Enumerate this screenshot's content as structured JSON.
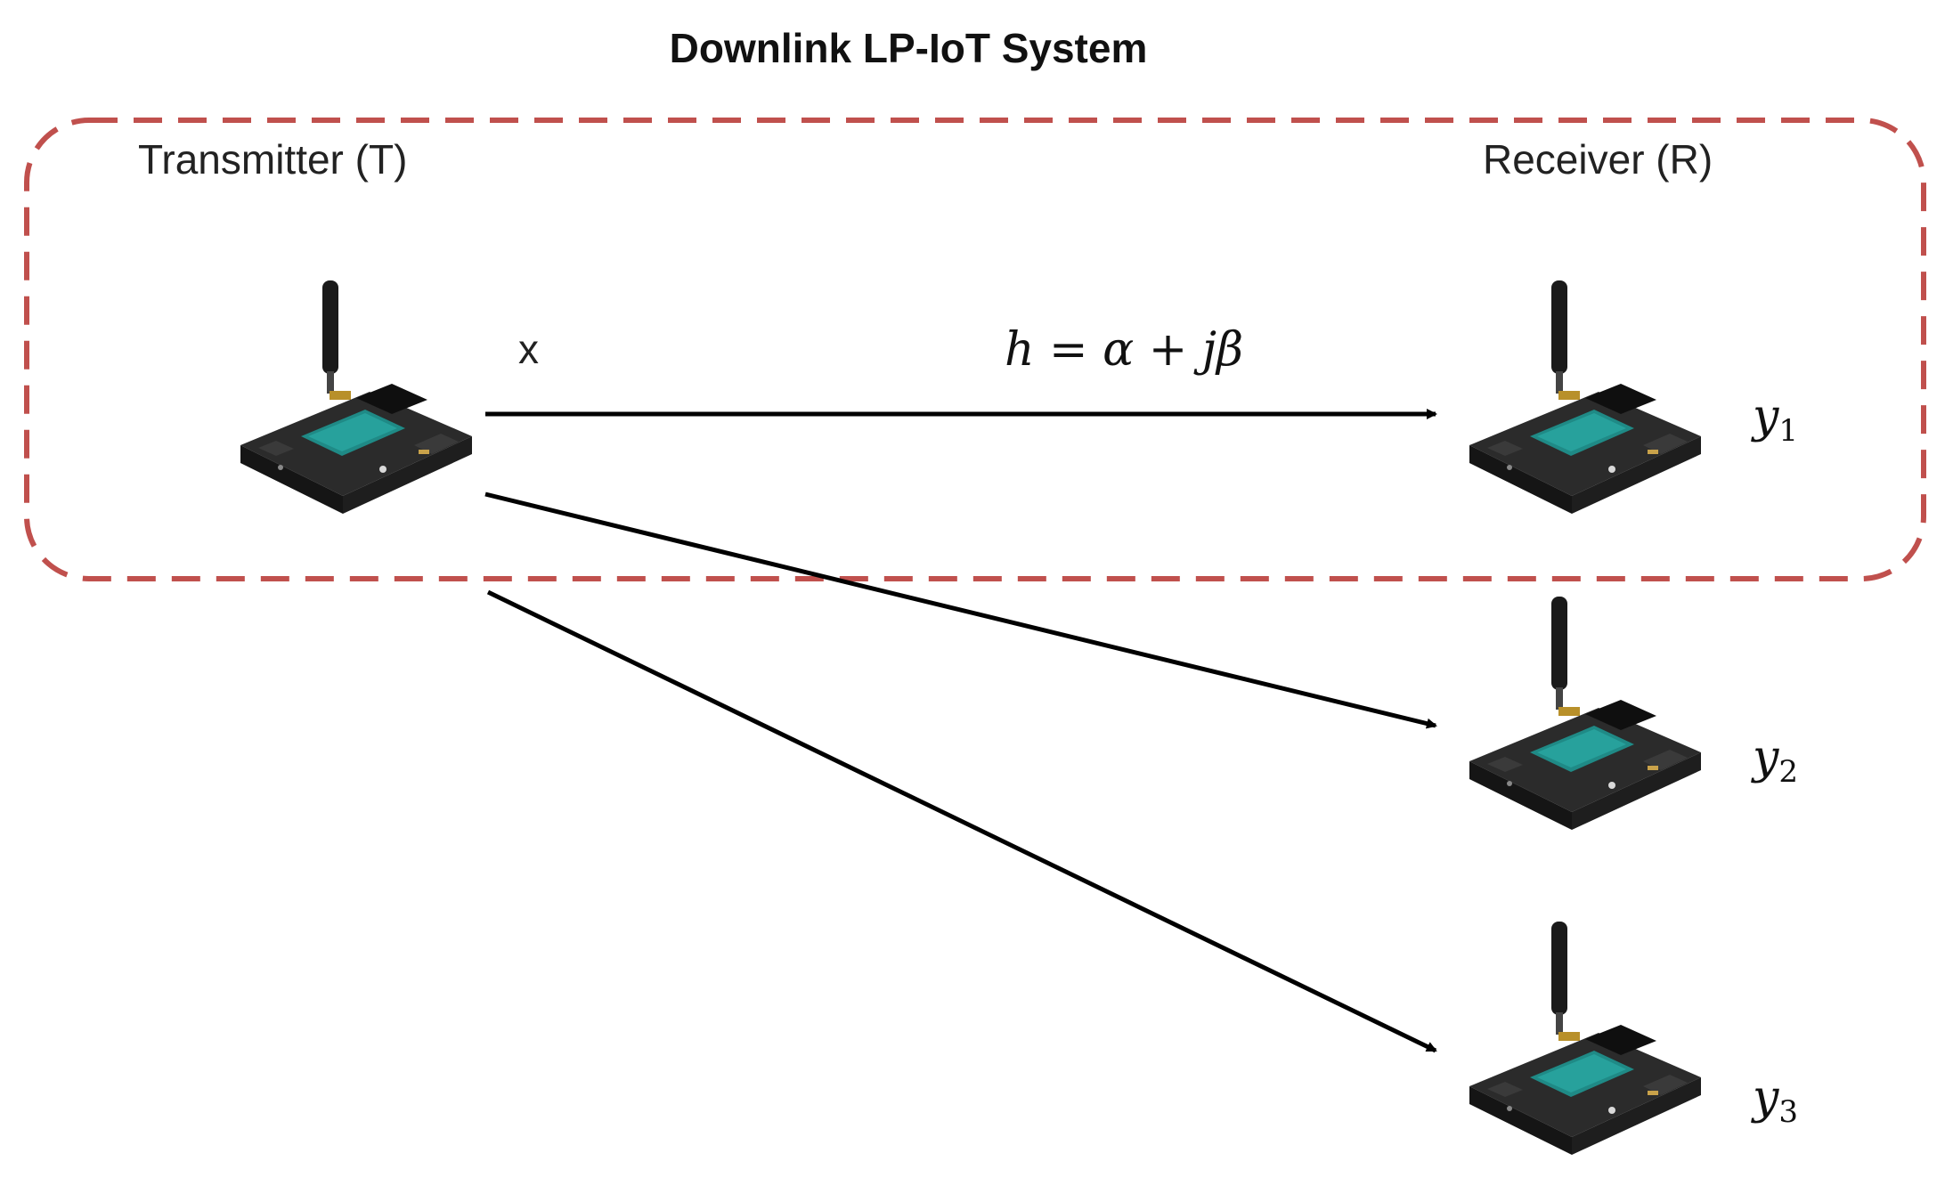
{
  "title": "Downlink LP-IoT System",
  "group": {
    "border_color": "#c0504d",
    "transmitter_label": "Transmitter  (T)",
    "receiver_label": "Receiver  (R)"
  },
  "signal_label": "x",
  "channel": {
    "h": "h",
    "equals": " = ",
    "alpha": "α",
    "plus": " + ",
    "j": "j",
    "beta": "β"
  },
  "outputs": [
    {
      "symbol": "y",
      "index": "1"
    },
    {
      "symbol": "y",
      "index": "2"
    },
    {
      "symbol": "y",
      "index": "3"
    }
  ],
  "colors": {
    "board": "#2c2c2c",
    "chip": "#1f8a86",
    "antenna": "#1a1a1a",
    "arrow": "#000000"
  },
  "icons": {
    "device": "iot-board-icon"
  }
}
